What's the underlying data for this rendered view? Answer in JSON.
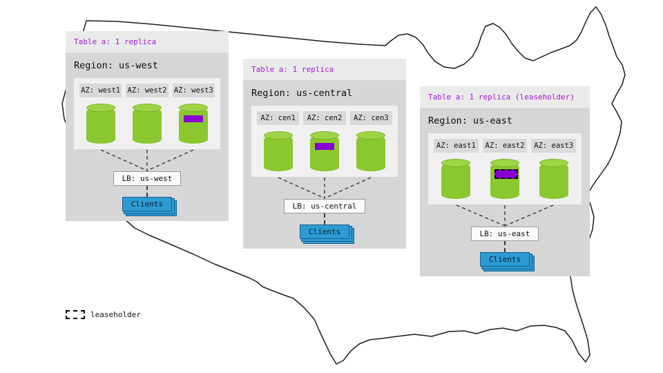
{
  "legend": {
    "label": "leaseholder"
  },
  "colors": {
    "cylinder_green": "#8bc72f",
    "cylinder_top_green": "#9fd446",
    "range_purple": "#8a00d4",
    "clients_blue": "#2e9ad2",
    "title_purple": "#a21ad6"
  },
  "regions": [
    {
      "table_label": "Table a: 1 replica",
      "region_label": "Region: us-west",
      "azs": [
        {
          "label": "AZ: west1",
          "range": false,
          "leaseholder": false
        },
        {
          "label": "AZ: west2",
          "range": false,
          "leaseholder": false
        },
        {
          "label": "AZ: west3",
          "range": true,
          "leaseholder": false
        }
      ],
      "lb_label": "LB: us-west",
      "clients_label": "Clients"
    },
    {
      "table_label": "Table a: 1 replica",
      "region_label": "Region: us-central",
      "azs": [
        {
          "label": "AZ: cen1",
          "range": false,
          "leaseholder": false
        },
        {
          "label": "AZ: cen2",
          "range": true,
          "leaseholder": false
        },
        {
          "label": "AZ: cen3",
          "range": false,
          "leaseholder": false
        }
      ],
      "lb_label": "LB: us-central",
      "clients_label": "Clients"
    },
    {
      "table_label": "Table a: 1 replica (leaseholder)",
      "region_label": "Region: us-east",
      "azs": [
        {
          "label": "AZ: east1",
          "range": false,
          "leaseholder": false
        },
        {
          "label": "AZ: east2",
          "range": true,
          "leaseholder": true
        },
        {
          "label": "AZ: east3",
          "range": false,
          "leaseholder": false
        }
      ],
      "lb_label": "LB: us-east",
      "clients_label": "Clients"
    }
  ]
}
